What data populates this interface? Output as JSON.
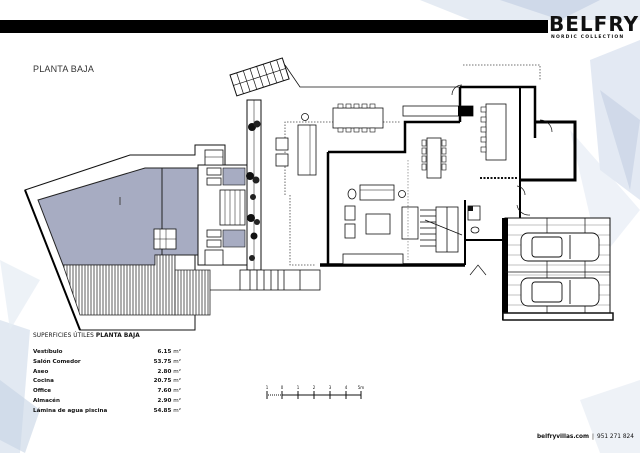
{
  "brand": {
    "name": "BELFRY",
    "subtitle": "NORDIC COLLECTION"
  },
  "page": {
    "title": "PLANTA BAJA"
  },
  "areas_table": {
    "title_prefix": "SUPERFICIES ÚTILES ",
    "title_bold": "PLANTA BAJA",
    "rows": [
      {
        "label": "Vestíbulo",
        "value": "6.15",
        "unit": "m²"
      },
      {
        "label": "Salón Comedor",
        "value": "53.75",
        "unit": "m²"
      },
      {
        "label": "Aseo",
        "value": "2.80",
        "unit": "m²"
      },
      {
        "label": "Cocina",
        "value": "20.75",
        "unit": "m²"
      },
      {
        "label": "Office",
        "value": "7.60",
        "unit": "m²"
      },
      {
        "label": "Almacén",
        "value": "2.90",
        "unit": "m²"
      },
      {
        "label": "Lámina de agua piscina",
        "value": "54.85",
        "unit": "m²"
      }
    ]
  },
  "scale_bar": {
    "ticks": [
      "1",
      "0",
      "1",
      "2",
      "3",
      "4",
      "5m"
    ]
  },
  "footer": {
    "website": "belfryvillas.com",
    "separator": "|",
    "phone": "951 271 824"
  },
  "colors": {
    "pool_water": "#a7acc2",
    "wall": "#000000",
    "accent_bar": "#000000",
    "decor_blue": "#c9d4e6"
  }
}
